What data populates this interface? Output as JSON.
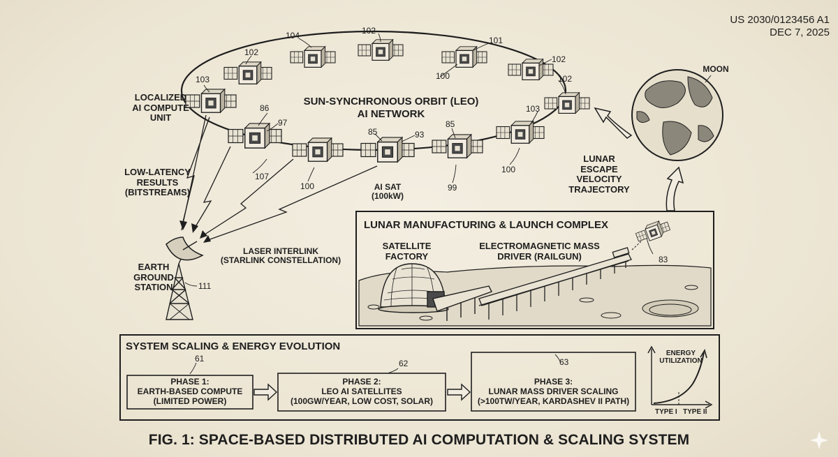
{
  "header": {
    "pub_number": "US 2030/0123456 A1",
    "pub_date": "DEC 7, 2025"
  },
  "orbit": {
    "title": "SUN-SYNCHRONOUS ORBIT (LEO)",
    "subtitle": "AI NETWORK",
    "localized_unit": "LOCALIZED\nAI COMPUTE\nUNIT",
    "ai_sat": "AI SAT\n(100kW)"
  },
  "labels": {
    "results": "LOW-LATENCY\nRESULTS\n(BITSTREAMS)",
    "laser": "LASER INTERLINK\n(STARLINK CONSTELLATION)",
    "ground_station": "EARTH\nGROUND\nSTATION",
    "moon": "MOON",
    "trajectory": "LUNAR\nESCAPE VELOCITY\nTRAJECTORY"
  },
  "refs": {
    "r104": "104",
    "r102a": "102",
    "r102b": "102",
    "r101": "101",
    "r102c": "102",
    "r102d": "102",
    "r103a": "103",
    "r100a": "100",
    "r86": "86",
    "r97": "97",
    "r85a": "85",
    "r93": "93",
    "r85b": "85",
    "r103b": "103",
    "r100b": "100",
    "r107": "107",
    "r100c": "100",
    "r99": "99",
    "r111": "111",
    "r83": "83",
    "r61": "61",
    "r62": "62",
    "r63": "63"
  },
  "lunar": {
    "title": "LUNAR MANUFACTURING & LAUNCH COMPLEX",
    "factory": "SATELLITE\nFACTORY",
    "driver": "ELECTROMAGNETIC MASS\nDRIVER (RAILGUN)"
  },
  "scaling": {
    "title": "SYSTEM SCALING & ENERGY EVOLUTION",
    "phases": [
      {
        "label": "PHASE 1:\nEARTH-BASED COMPUTE\n(LIMITED POWER)"
      },
      {
        "label": "PHASE 2:\nLEO AI SATELLITES\n(100GW/YEAR, LOW COST, SOLAR)"
      },
      {
        "label": "PHASE 3:\nLUNAR MASS DRIVER SCALING\n(>100TW/YEAR, KARDASHEV II PATH)"
      }
    ],
    "graph": {
      "ylabel": "ENERGY\nUTILIZATION",
      "x1": "TYPE I",
      "x2": "TYPE II"
    }
  },
  "figure_caption": "FIG. 1: SPACE-BASED DISTRIBUTED AI COMPUTATION & SCALING SYSTEM"
}
